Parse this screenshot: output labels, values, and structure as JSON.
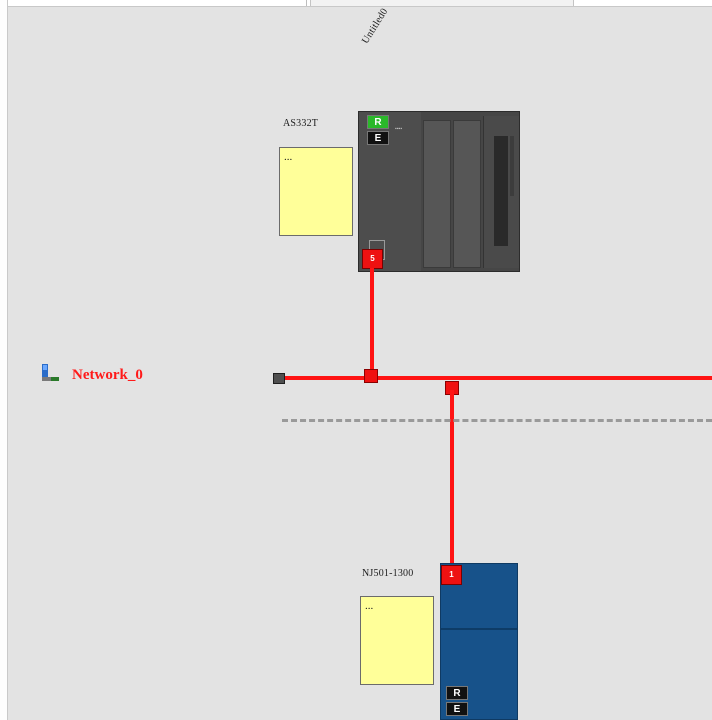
{
  "network": {
    "name": "Network_0"
  },
  "devices": [
    {
      "model": "AS332T",
      "name": "Untitled0",
      "note": "...",
      "status_badges": [
        "R",
        "E"
      ],
      "port_number": "5"
    },
    {
      "model": "NJ501-1300",
      "note": "...",
      "status_badges": [
        "R",
        "E"
      ],
      "port_number": "1"
    }
  ],
  "colors": {
    "link": "#ff1414",
    "canvas": "#e3e3e3",
    "note": "#ffff99",
    "device_gray": "#464646",
    "device_blue": "#17528a",
    "run_badge": "#2ab82a"
  }
}
